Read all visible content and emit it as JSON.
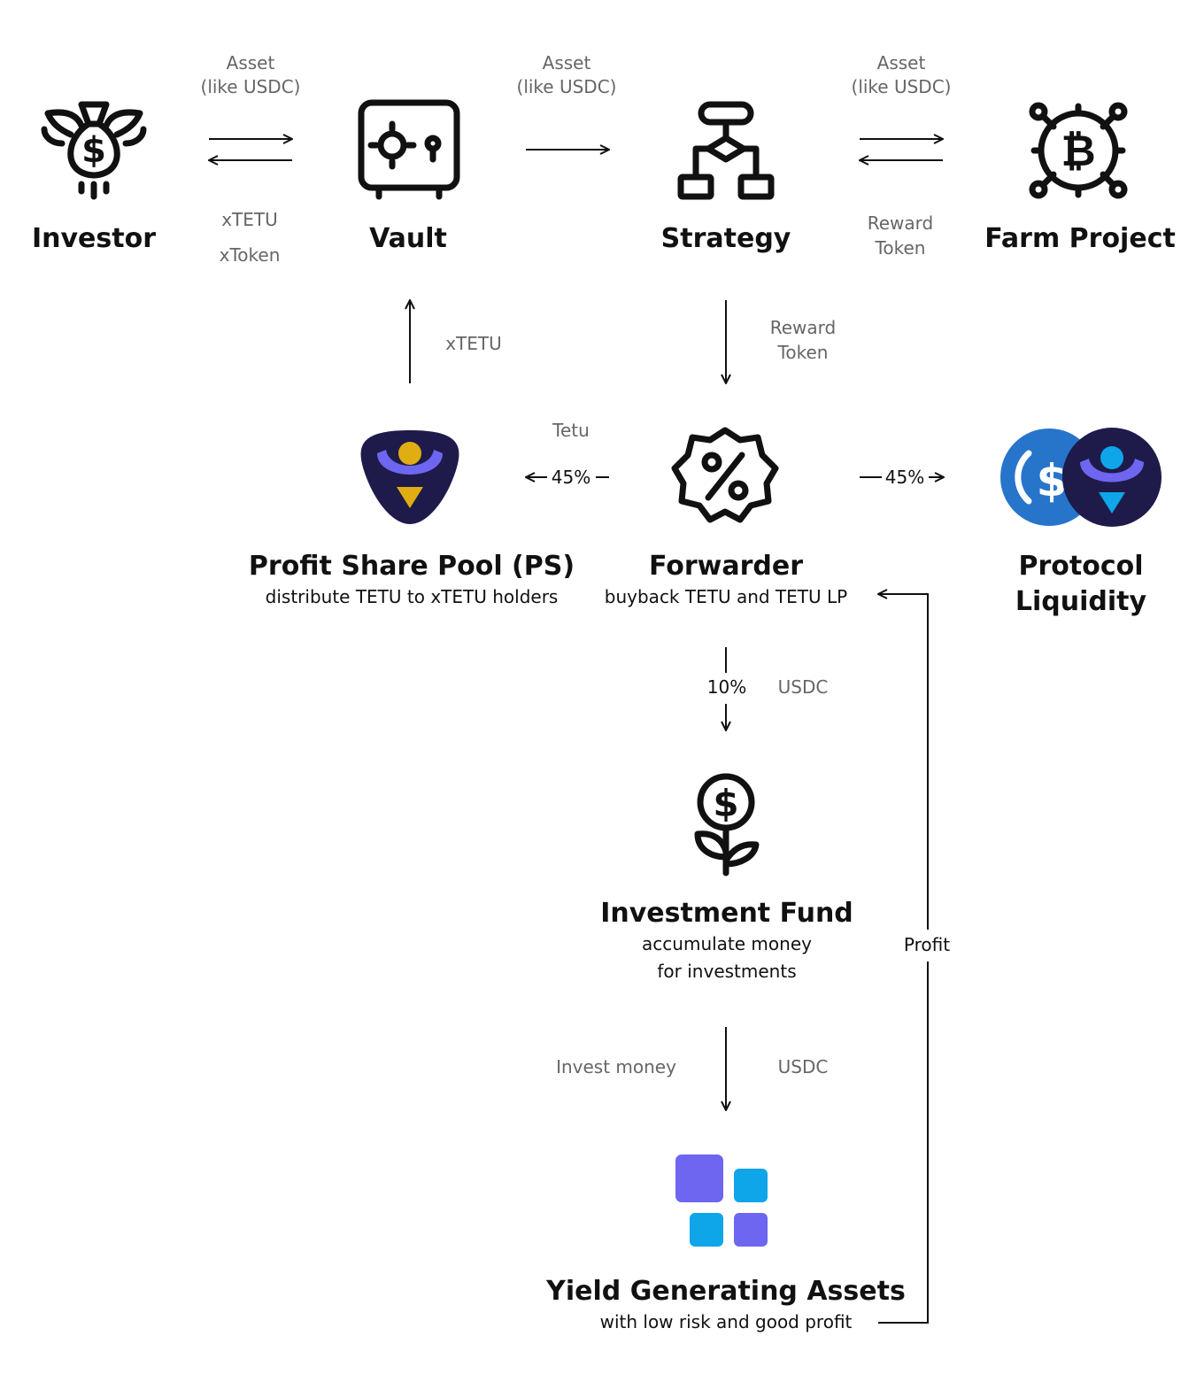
{
  "nodes": {
    "investor": {
      "label": "Investor"
    },
    "vault": {
      "label": "Vault"
    },
    "strategy": {
      "label": "Strategy"
    },
    "farm_project": {
      "label": "Farm Project"
    },
    "profit_share_pool": {
      "label": "Profit Share Pool (PS)",
      "description": "distribute TETU to xTETU holders"
    },
    "forwarder": {
      "label": "Forwarder",
      "description": "buyback TETU and TETU LP"
    },
    "protocol_liquidity": {
      "label_line1": "Protocol",
      "label_line2": "Liquidity"
    },
    "investment_fund": {
      "label": "Investment Fund",
      "description_line1": "accumulate money",
      "description_line2": "for investments"
    },
    "yield_assets": {
      "label": "Yield Generating Assets",
      "description": "with low risk and good profit"
    }
  },
  "edges": {
    "investor_vault": {
      "top_line1": "Asset",
      "top_line2": "(like USDC)",
      "bottom_line1": "xTETU",
      "bottom_line2": "xToken"
    },
    "vault_strategy": {
      "top_line1": "Asset",
      "top_line2": "(like USDC)"
    },
    "strategy_farm": {
      "top_line1": "Asset",
      "top_line2": "(like USDC)",
      "bottom_line1": "Reward",
      "bottom_line2": "Token"
    },
    "ps_vault": {
      "label": "xTETU"
    },
    "strategy_forwarder": {
      "line1": "Reward",
      "line2": "Token"
    },
    "forwarder_ps": {
      "token": "Tetu",
      "percent": "45%"
    },
    "forwarder_liquidity": {
      "percent": "45%"
    },
    "forwarder_fund": {
      "percent": "10%",
      "token": "USDC"
    },
    "fund_assets": {
      "left": "Invest money",
      "right": "USDC"
    },
    "assets_forwarder": {
      "label": "Profit"
    }
  },
  "colors": {
    "tetu_navy": "#1e1b4b",
    "tetu_purple": "#6e66f0",
    "tetu_gold": "#e0ad12",
    "usdc_blue": "#2775ca",
    "tetu_cyan": "#0ea5e9"
  }
}
